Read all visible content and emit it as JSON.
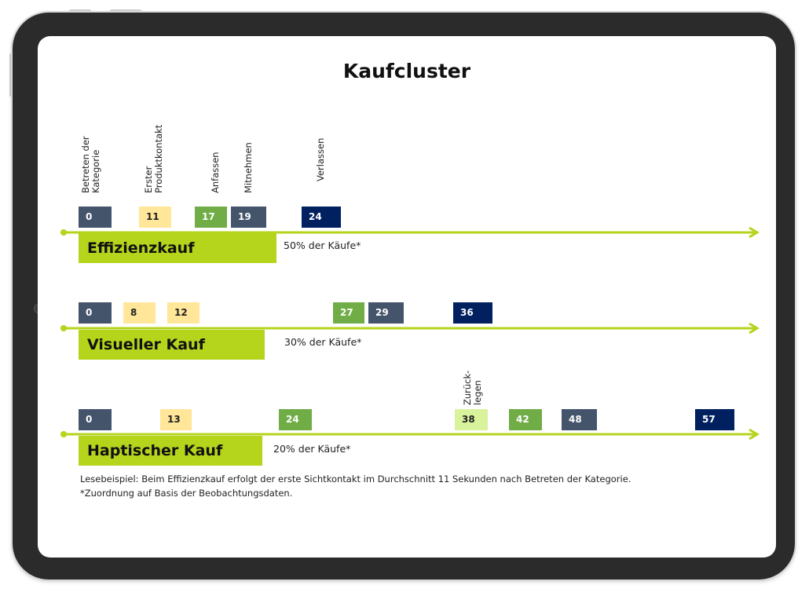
{
  "title": "Kaufcluster",
  "events": {
    "betreten": "Betreten der\nKategorie",
    "produktkontakt": "Erster\nProduktkontakt",
    "anfassen": "Anfassen",
    "mitnehmen": "Mitnehmen",
    "verlassen": "Verlassen",
    "zuruecklegen": "Zurück-\nlegen"
  },
  "lanes": [
    {
      "name": "Effizienzkauf",
      "share": "50% der Käufe*",
      "markers": [
        "0",
        "11",
        "17",
        "19",
        "24"
      ]
    },
    {
      "name": "Visueller Kauf",
      "share": "30% der Käufe*",
      "markers": [
        "0",
        "8",
        "12",
        "27",
        "29",
        "36"
      ]
    },
    {
      "name": "Haptischer Kauf",
      "share": "20% der Käufe*",
      "markers": [
        "0",
        "13",
        "24",
        "38",
        "42",
        "48",
        "57"
      ]
    }
  ],
  "footnotes": {
    "example": "Lesebeispiel: Beim Effizienzkauf erfolgt der erste Sichtkontakt im Durchschnitt 11 Sekunden nach Betreten der Kategorie.",
    "note": "*Zuordnung auf Basis der Beobachtungsdaten."
  },
  "colors": {
    "axis": "#b5d41c",
    "betreten_verlassen": "#44546a",
    "produktkontakt": "#ffe699",
    "anfassen": "#70ad47",
    "verlassen": "#002060",
    "zuruecklegen": "#d9f29c"
  }
}
